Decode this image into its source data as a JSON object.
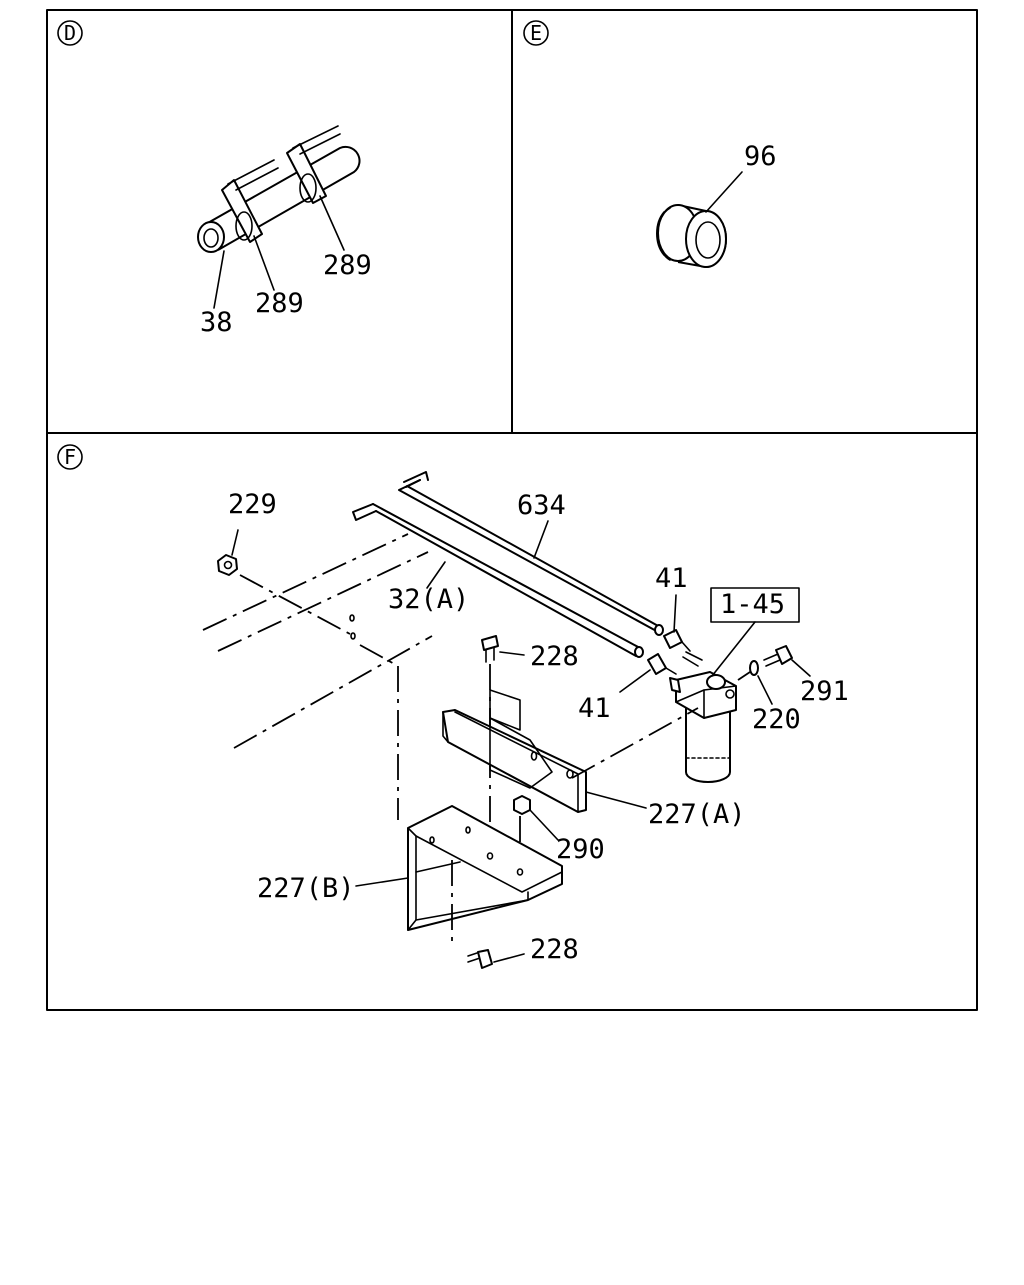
{
  "panels": {
    "d": {
      "letter": "D",
      "labels": {
        "p38": "38",
        "p289a": "289",
        "p289b": "289"
      }
    },
    "e": {
      "letter": "E",
      "labels": {
        "p96": "96"
      }
    },
    "f": {
      "letter": "F",
      "labels": {
        "p229": "229",
        "p634": "634",
        "p32a": "32(A)",
        "p41top": "41",
        "p145": "1-45",
        "p228top": "228",
        "p41bot": "41",
        "p291": "291",
        "p220": "220",
        "p227a": "227(A)",
        "p290": "290",
        "p227b": "227(B)",
        "p228bot": "228"
      }
    }
  }
}
